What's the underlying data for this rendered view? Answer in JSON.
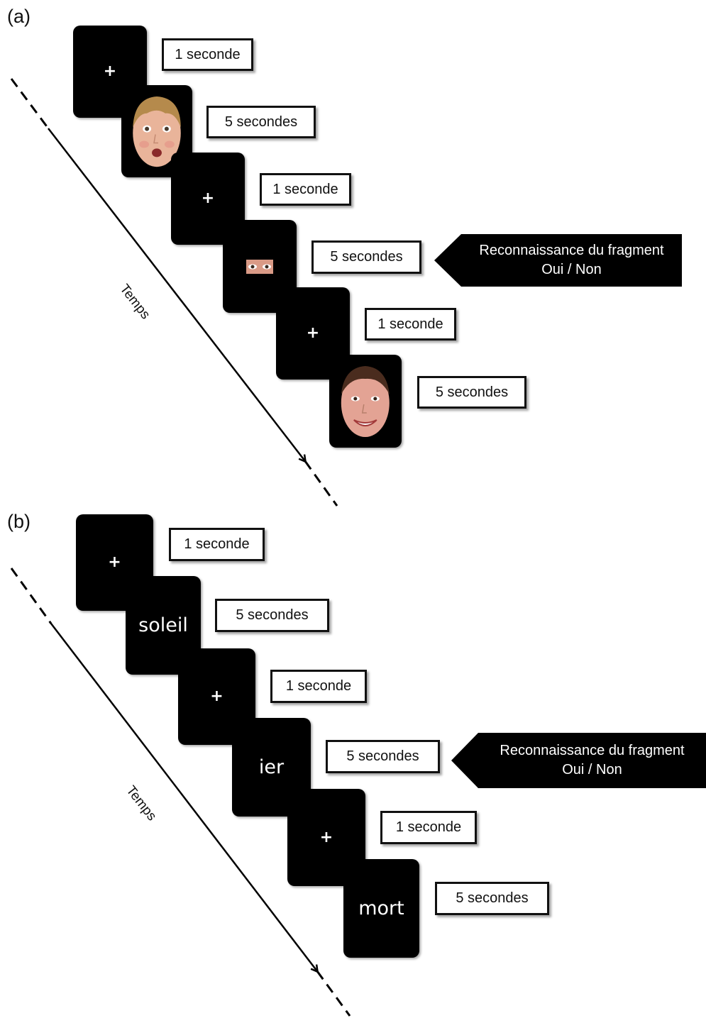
{
  "panels": [
    {
      "label": "(a)",
      "axis_label": "Temps",
      "stimuli": [
        "+",
        "face-boy-surprised",
        "+",
        "eyes-fragment",
        "+",
        "face-girl-smiling"
      ],
      "durations": [
        "1 seconde",
        "5 secondes",
        "1 seconde",
        "5 secondes",
        "1 seconde",
        "5 secondes"
      ],
      "callout": {
        "line1": "Reconnaissance du fragment",
        "line2": "Oui / Non"
      }
    },
    {
      "label": "(b)",
      "axis_label": "Temps",
      "stimuli": [
        "+",
        "soleil",
        "+",
        "ier",
        "+",
        "mort"
      ],
      "durations": [
        "1 seconde",
        "5 secondes",
        "1 seconde",
        "5 secondes",
        "1 seconde",
        "5 secondes"
      ],
      "callout": {
        "line1": "Reconnaissance du fragment",
        "line2": "Oui / Non"
      }
    }
  ]
}
